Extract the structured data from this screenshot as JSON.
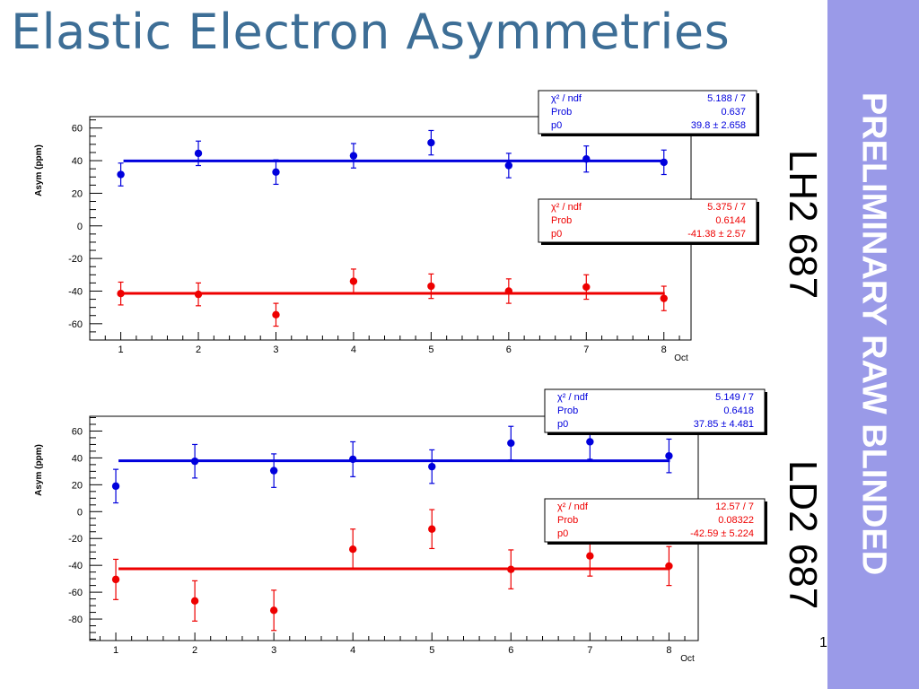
{
  "slide": {
    "title": "Elastic Electron Asymmetries",
    "banner": "PRELIMINARY RAW BLINDED",
    "page_number": "1"
  },
  "colors": {
    "title": "#3d6e96",
    "banner_bg": "#9a9ae8",
    "blue_series": "#0000dd",
    "red_series": "#ee0000"
  },
  "chart_data": [
    {
      "type": "scatter",
      "side_label": "LH2 687",
      "ylabel": "Asym (ppm)",
      "xlabel": "Oct",
      "xlim": [
        0.6,
        8.35
      ],
      "ylim": [
        -70,
        67
      ],
      "yticks": [
        60,
        40,
        20,
        0,
        -20,
        -40,
        -60
      ],
      "xticks": [
        1,
        2,
        3,
        4,
        5,
        6,
        7,
        8
      ],
      "series": [
        {
          "color": "#0000dd",
          "x": [
            1,
            2,
            3,
            4,
            5,
            6,
            7,
            8
          ],
          "y": [
            31.5,
            44.5,
            33,
            43,
            51,
            37,
            41,
            39
          ],
          "err": [
            7,
            7.5,
            7.5,
            7.5,
            7.5,
            7.5,
            8,
            7.5
          ],
          "fit_p0": 39.8,
          "stats": [
            {
              "label": "χ² / ndf",
              "value": "5.188 / 7"
            },
            {
              "label": "Prob",
              "value": "0.637"
            },
            {
              "label": "p0",
              "value": "39.8 ± 2.658"
            }
          ]
        },
        {
          "color": "#ee0000",
          "x": [
            1,
            2,
            3,
            4,
            5,
            6,
            7,
            8
          ],
          "y": [
            -41.5,
            -42,
            -54.5,
            -34,
            -37,
            -40,
            -37.5,
            -44.5
          ],
          "err": [
            7,
            7,
            7,
            7.5,
            7.5,
            7.5,
            7.5,
            7.5
          ],
          "fit_p0": -41.38,
          "stats": [
            {
              "label": "χ² / ndf",
              "value": "5.375 / 7"
            },
            {
              "label": "Prob",
              "value": "0.6144"
            },
            {
              "label": "p0",
              "value": "-41.38 ±  2.57"
            }
          ]
        }
      ]
    },
    {
      "type": "scatter",
      "side_label": "LD2 687",
      "ylabel": "Asym (ppm)",
      "xlabel": "Oct",
      "xlim": [
        0.67,
        8.37
      ],
      "ylim": [
        -96,
        71
      ],
      "yticks": [
        60,
        40,
        20,
        0,
        -20,
        -40,
        -60,
        -80
      ],
      "xticks": [
        1,
        2,
        3,
        4,
        5,
        6,
        7,
        8
      ],
      "series": [
        {
          "color": "#0000dd",
          "x": [
            1,
            2,
            3,
            4,
            5,
            6,
            7,
            8
          ],
          "y": [
            19,
            37.5,
            30.5,
            39,
            33.5,
            51,
            52,
            41.5
          ],
          "err": [
            12.5,
            12.5,
            12.5,
            13,
            12.5,
            12.5,
            13,
            12.5
          ],
          "fit_p0": 37.85,
          "stats": [
            {
              "label": "χ² / ndf",
              "value": "5.149 / 7"
            },
            {
              "label": "Prob",
              "value": "0.6418"
            },
            {
              "label": "p0",
              "value": "37.85 ± 4.481"
            }
          ]
        },
        {
          "color": "#ee0000",
          "x": [
            1,
            2,
            3,
            4,
            5,
            6,
            7,
            8
          ],
          "y": [
            -50.5,
            -66.5,
            -73.5,
            -28,
            -13,
            -43,
            -33,
            -40.5
          ],
          "err": [
            15,
            15,
            15,
            15,
            14.5,
            14.5,
            15,
            14.5
          ],
          "fit_p0": -42.59,
          "stats": [
            {
              "label": "χ² / ndf",
              "value": "12.57 / 7"
            },
            {
              "label": "Prob",
              "value": "0.08322"
            },
            {
              "label": "p0",
              "value": "-42.59 ± 5.224"
            }
          ]
        }
      ]
    }
  ]
}
